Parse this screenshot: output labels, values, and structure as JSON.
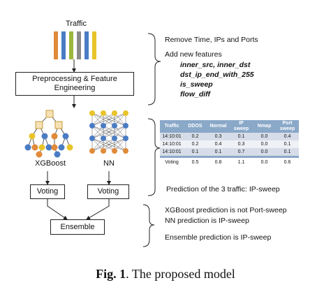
{
  "diagram": {
    "traffic_label": "Traffic",
    "traffic_bar_colors": [
      "#e08a3a",
      "#4a7cc4",
      "#9ab83c",
      "#8a8a8a",
      "#4a7cc4",
      "#e8c42a"
    ],
    "preprocessing_label": "Preprocessing & Feature Engineering",
    "xgboost_label": "XGBoost",
    "nn_label": "NN",
    "voting_left_label": "Voting",
    "voting_right_label": "Voting",
    "ensemble_label": "Ensemble"
  },
  "annotations": {
    "remove_text": "Remove Time, IPs and Ports",
    "add_text": "Add new features",
    "features": [
      "inner_src, inner_dst",
      "dst_ip_end_with_255",
      "is_sweep",
      "flow_diff"
    ],
    "prediction_text": "Prediction of the 3 traffic: IP-sweep",
    "xgb_prediction_text": "XGBoost prediction is not Port-sweep",
    "nn_prediction_text": "NN prediction is IP-sweep",
    "ensemble_prediction_text": "Ensemble prediction is IP-sweep"
  },
  "table": {
    "headers": [
      "Traffic",
      "DDOS",
      "Normal",
      "IP sweep",
      "Nmap",
      "Port sweep"
    ],
    "rows": [
      [
        "14:10:01",
        "0.2",
        "0.3",
        "0.1",
        "0.0",
        "0.4"
      ],
      [
        "14:10:01",
        "0.2",
        "0.4",
        "0.3",
        "0.0",
        "0.1"
      ],
      [
        "14:10:01",
        "0.1",
        "0.1",
        "0.7",
        "0.0",
        "0.1"
      ]
    ],
    "voting_row": [
      "Voting",
      "0.5",
      "0.8",
      "1.1",
      "0.0",
      "0.6"
    ]
  },
  "caption": {
    "prefix": "Fig. 1",
    "text": ". The proposed model"
  }
}
